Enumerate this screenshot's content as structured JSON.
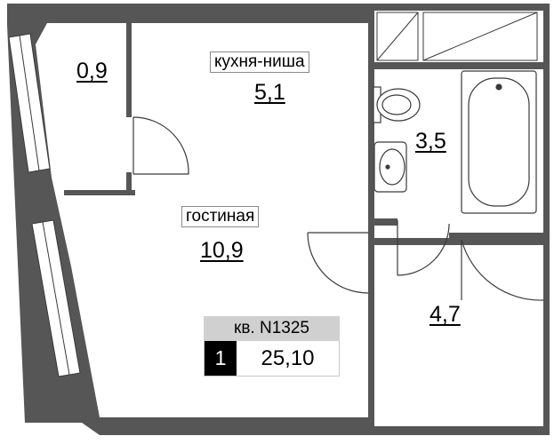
{
  "rooms": {
    "storage": {
      "area": "0,9"
    },
    "kitchen": {
      "name": "кухня-ниша",
      "area": "5,1"
    },
    "living": {
      "name": "гостиная",
      "area": "10,9"
    },
    "bathroom": {
      "area": "3,5"
    },
    "hall": {
      "area": "4,7"
    }
  },
  "apartment": {
    "number_label": "кв. N1325",
    "rooms_count": "1",
    "total_area": "25,10"
  },
  "colors": {
    "wall": "#565656",
    "line": "#3a3a3a",
    "header_bg": "#d0d0d0",
    "badge_bg": "#000000"
  }
}
